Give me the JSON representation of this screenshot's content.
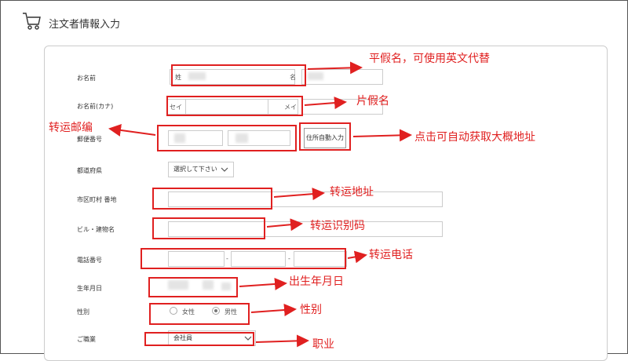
{
  "header": {
    "title": "注文者情報入力"
  },
  "form": {
    "name": {
      "label": "お名前",
      "sei_prefix": "姓",
      "mei_prefix": "名"
    },
    "kana": {
      "label": "お名前(カナ)",
      "sei_prefix": "セイ",
      "mei_prefix": "メイ"
    },
    "postal": {
      "label": "郵便番号",
      "auto_button": "住所自動入力"
    },
    "prefecture": {
      "label": "都道府県",
      "selected": "選択して下さい"
    },
    "city": {
      "label": "市区町村 番地"
    },
    "building": {
      "label": "ビル・建物名"
    },
    "phone": {
      "label": "電話番号",
      "sep1": "-",
      "sep2": "-"
    },
    "birthday": {
      "label": "生年月日"
    },
    "gender": {
      "label": "性別",
      "female": "女性",
      "male": "男性",
      "selected": "male"
    },
    "occupation": {
      "label": "ご職業",
      "selected": "会社員"
    }
  },
  "annotations": {
    "name": "平假名，可使用英文代替",
    "kana": "片假名",
    "postal": "转运邮编",
    "auto": "点击可自动获取大概地址",
    "city": "转运地址",
    "building": "转运识别码",
    "phone": "转运电话",
    "birthday": "出生年月日",
    "gender": "性别",
    "occupation": "职业"
  },
  "colors": {
    "annotation": "#e02020",
    "border": "#cccccc"
  }
}
